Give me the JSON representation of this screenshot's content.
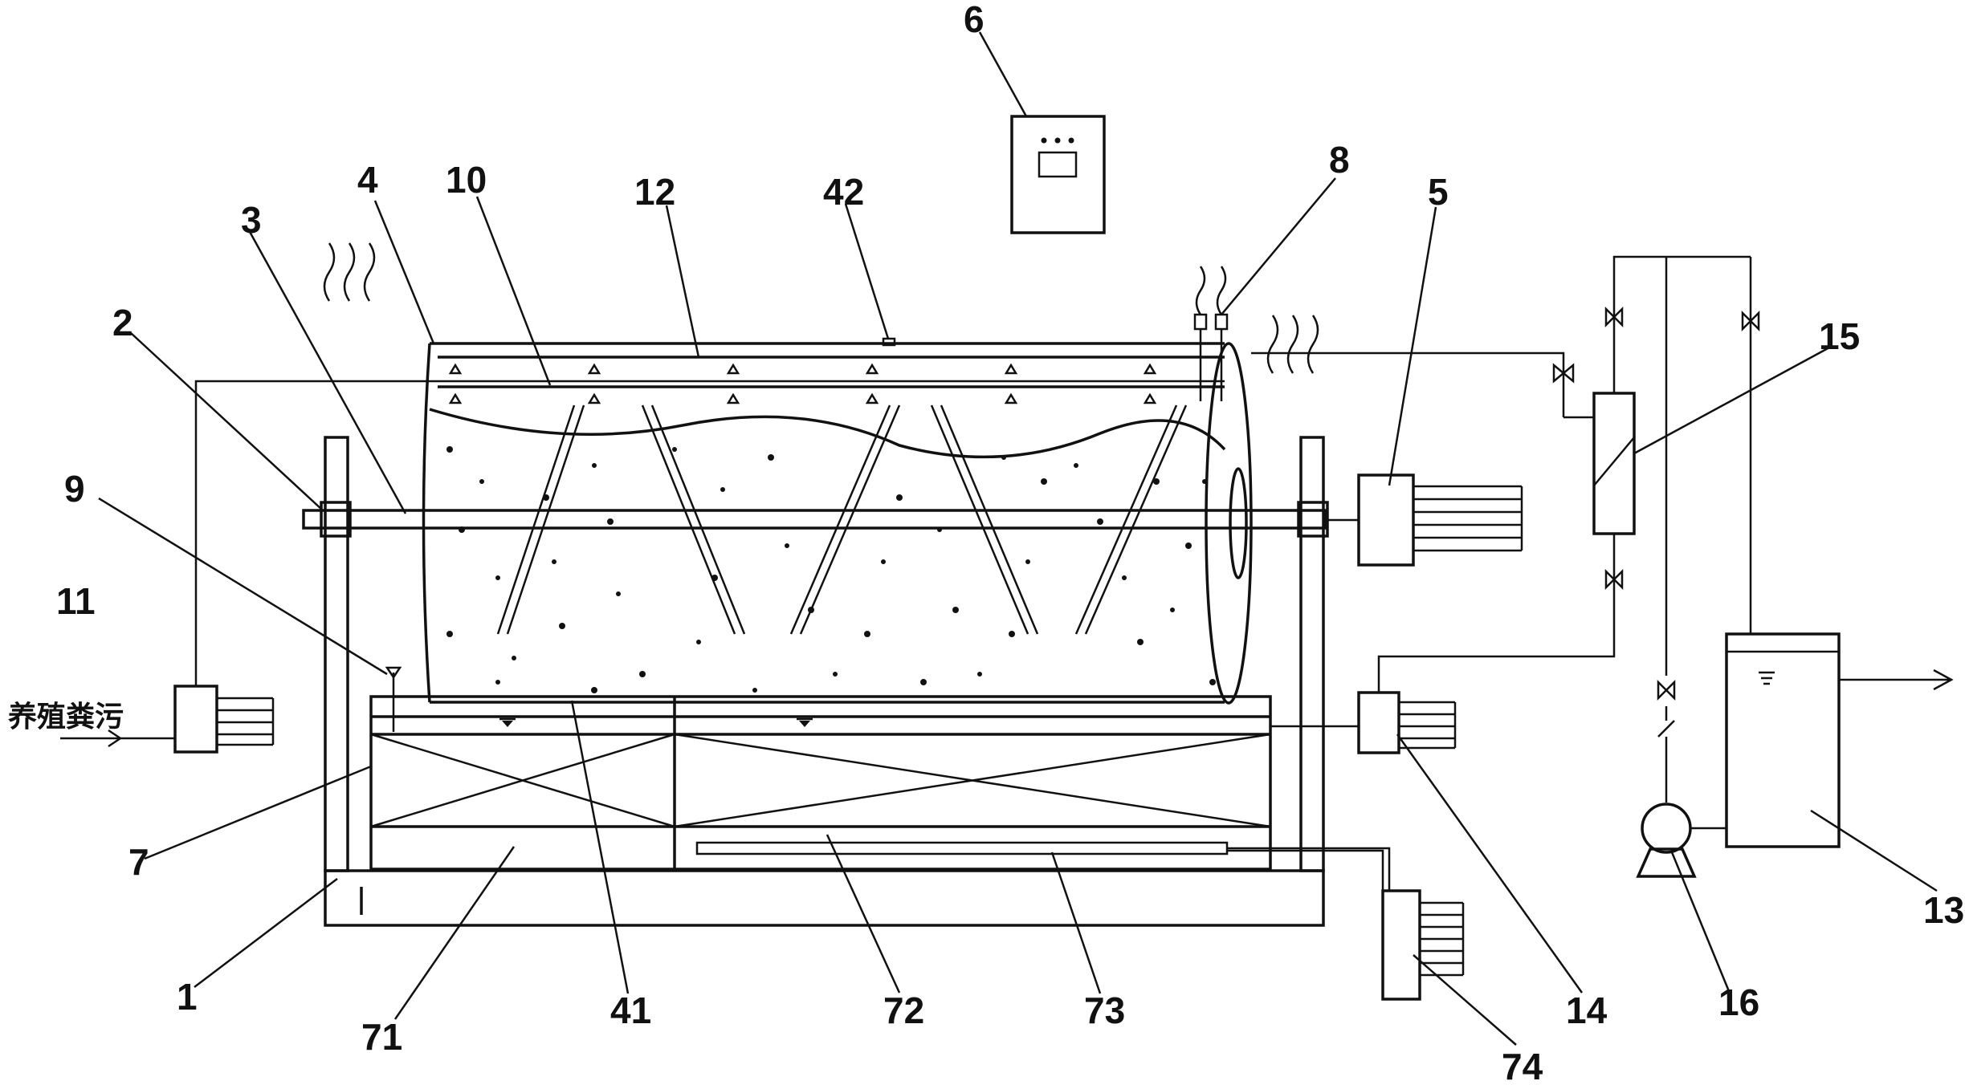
{
  "inlet_label": "养殖粪污",
  "labels": {
    "l1": "1",
    "l2": "2",
    "l3": "3",
    "l4": "4",
    "l5": "5",
    "l6": "6",
    "l7": "7",
    "l8": "8",
    "l9": "9",
    "l10": "10",
    "l11": "11",
    "l12": "12",
    "l13": "13",
    "l14": "14",
    "l15": "15",
    "l16": "16",
    "l41": "41",
    "l42": "42",
    "l71": "71",
    "l72": "72",
    "l73": "73",
    "l74": "74"
  }
}
